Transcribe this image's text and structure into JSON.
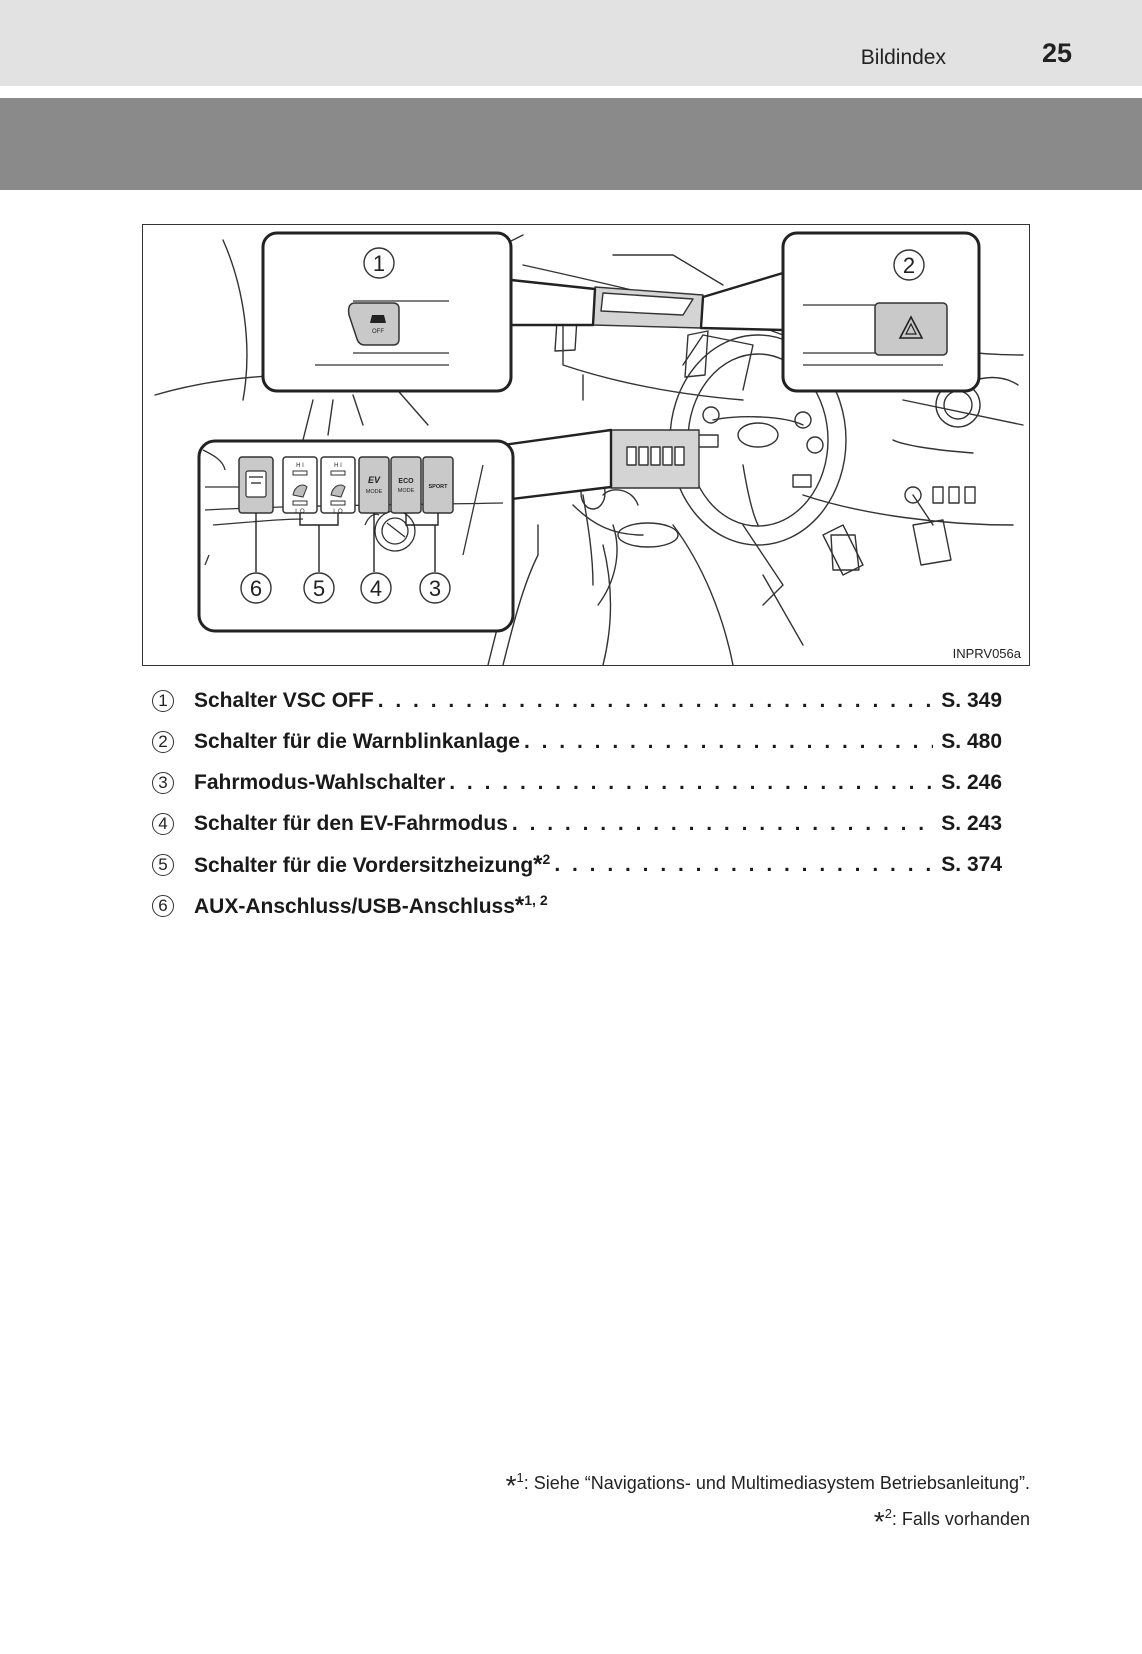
{
  "header": {
    "section": "Bildindex",
    "page_number": "25"
  },
  "figure": {
    "code": "INPRV056a",
    "callouts": [
      "1",
      "2",
      "3",
      "4",
      "5",
      "6"
    ],
    "switch_labels": {
      "vsc_off": "OFF",
      "hi": "H I",
      "lo": "L O",
      "ev": "EV",
      "ev_mode": "MODE",
      "eco": "ECO",
      "eco_mode": "MODE",
      "sport": "SPORT"
    },
    "colors": {
      "inset_border": "#222222",
      "switch_fill": "#c9c9c9",
      "line": "#333333"
    }
  },
  "entries": [
    {
      "num": "1",
      "label": "Schalter VSC OFF",
      "note": "",
      "page": "S. 349"
    },
    {
      "num": "2",
      "label": "Schalter für die Warnblinkanlage",
      "note": "",
      "page": "S. 480"
    },
    {
      "num": "3",
      "label": "Fahrmodus-Wahlschalter",
      "note": "",
      "page": "S. 246"
    },
    {
      "num": "4",
      "label": "Schalter für den EV-Fahrmodus",
      "note": "",
      "page": "S. 243"
    },
    {
      "num": "5",
      "label": "Schalter für die Vordersitzheizung",
      "note": "2",
      "page": "S. 374"
    },
    {
      "num": "6",
      "label": "AUX-Anschluss/USB-Anschluss",
      "note": "1, 2",
      "page": ""
    }
  ],
  "footnotes": [
    {
      "marker": "1",
      "text": ": Siehe “Navigations- und Multimediasystem Betriebsanleitung”."
    },
    {
      "marker": "2",
      "text": ": Falls vorhanden"
    }
  ]
}
